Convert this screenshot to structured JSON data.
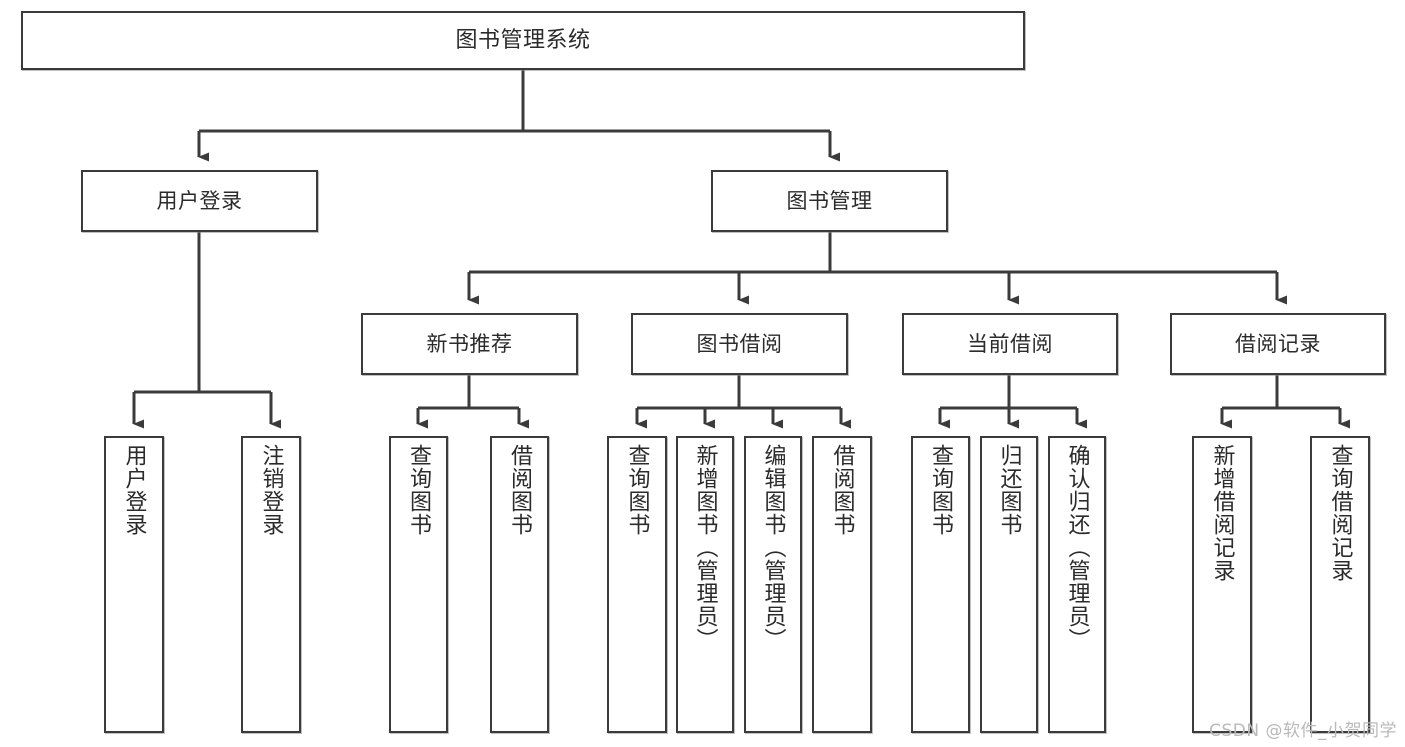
{
  "diagram": {
    "type": "hierarchy-tree",
    "title": "图书管理系统",
    "watermark": "CSDN @软件_小贺同学",
    "colors": {
      "box_border": "#3b3b3b",
      "box_fill": "#ffffff",
      "connector": "#3b3b3b",
      "text": "#2b2b2b",
      "watermark": "#b9b9b9"
    },
    "nodes": {
      "root": {
        "label": "图书管理系统"
      },
      "level2": [
        {
          "id": "user-login",
          "label": "用户登录"
        },
        {
          "id": "book-manage",
          "label": "图书管理"
        }
      ],
      "level3": [
        {
          "id": "new-book-recommend",
          "label": "新书推荐"
        },
        {
          "id": "book-borrow",
          "label": "图书借阅"
        },
        {
          "id": "current-borrow",
          "label": "当前借阅"
        },
        {
          "id": "borrow-record",
          "label": "借阅记录"
        }
      ],
      "leaves": {
        "user_login": [
          {
            "id": "leaf-user-login",
            "label": "用户登录"
          },
          {
            "id": "leaf-user-logout",
            "label": "注销登录"
          }
        ],
        "new_book_recommend": [
          {
            "id": "leaf-query-book-1",
            "label": "查询图书"
          },
          {
            "id": "leaf-borrow-book-1",
            "label": "借阅图书"
          }
        ],
        "book_borrow": [
          {
            "id": "leaf-query-book-2",
            "label": "查询图书"
          },
          {
            "id": "leaf-add-book",
            "label": "新增图书（管理员）"
          },
          {
            "id": "leaf-edit-book",
            "label": "编辑图书（管理员）"
          },
          {
            "id": "leaf-borrow-book-2",
            "label": "借阅图书"
          }
        ],
        "current_borrow": [
          {
            "id": "leaf-query-book-3",
            "label": "查询图书"
          },
          {
            "id": "leaf-return-book",
            "label": "归还图书"
          },
          {
            "id": "leaf-confirm-return",
            "label": "确认归还（管理员）"
          }
        ],
        "borrow_record": [
          {
            "id": "leaf-add-record",
            "label": "新增借阅记录"
          },
          {
            "id": "leaf-query-record",
            "label": "查询借阅记录"
          }
        ]
      }
    }
  }
}
